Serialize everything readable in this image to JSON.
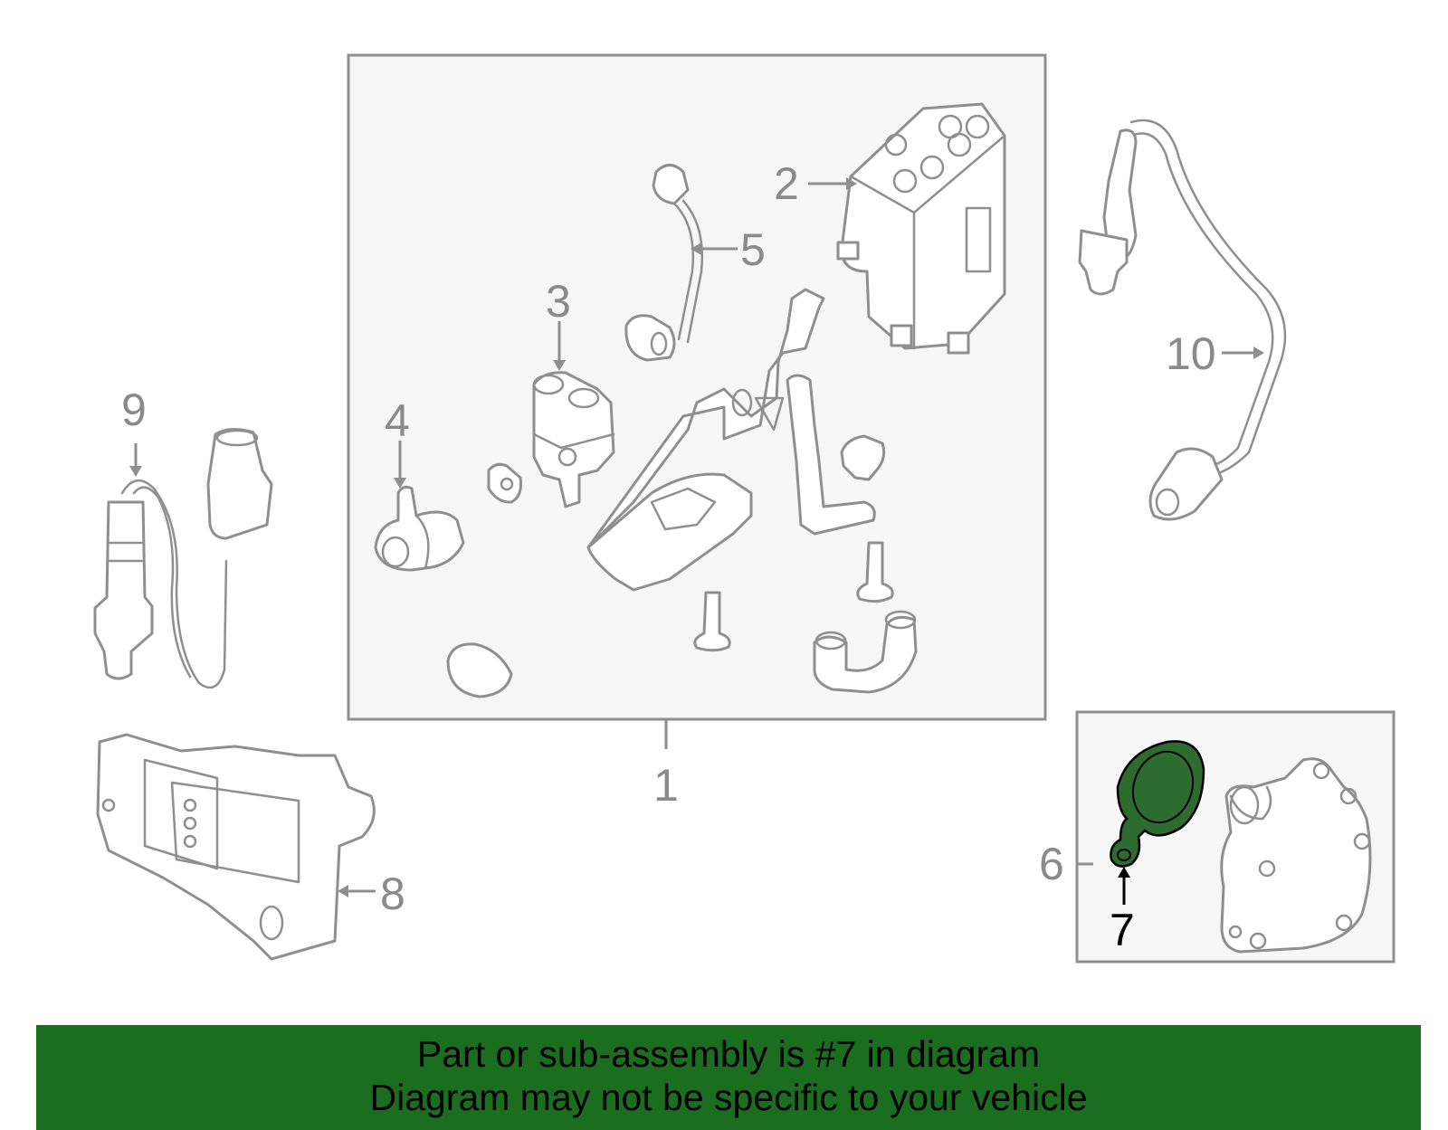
{
  "diagram": {
    "callouts": {
      "c1": "1",
      "c2": "2",
      "c3": "3",
      "c4": "4",
      "c5": "5",
      "c6": "6",
      "c7": "7",
      "c8": "8",
      "c9": "9",
      "c10": "10"
    },
    "highlighted_part": "7",
    "highlight_color": "#2e6b2e",
    "line_color": "#8f8f8f",
    "panel_fill": "#f7f7f7"
  },
  "banner": {
    "line1": "Part or sub-assembly is #7 in diagram",
    "line2": "Diagram may not be specific to your vehicle",
    "background": "#1b6e1f"
  }
}
